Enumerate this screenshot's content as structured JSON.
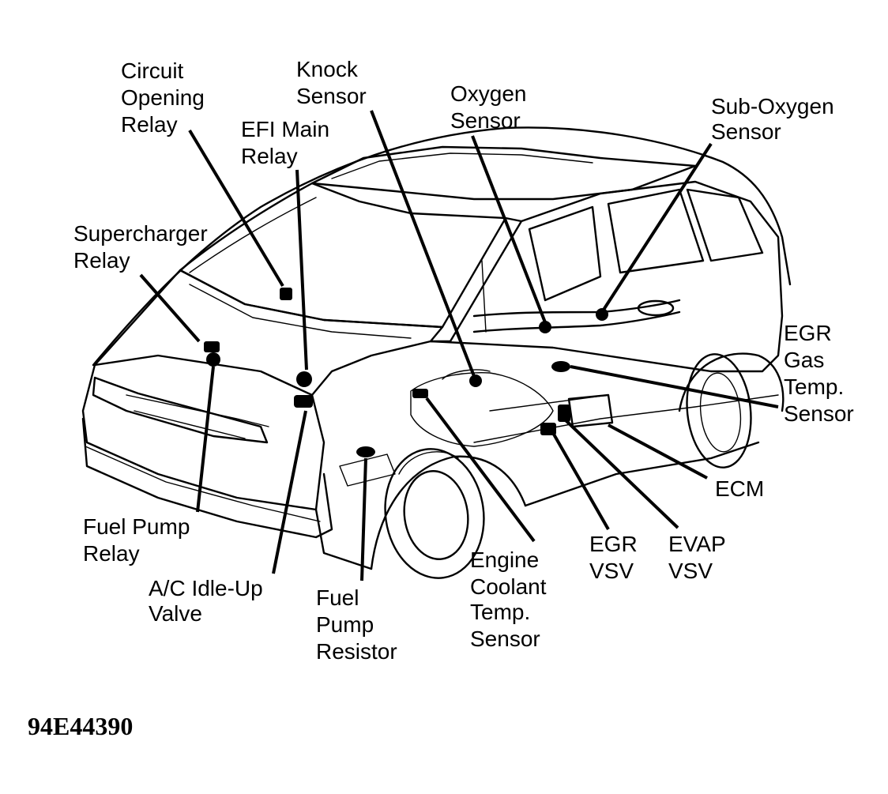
{
  "figure_id": "94E44390",
  "labels": {
    "circuit_opening_relay": [
      "Circuit",
      "Opening",
      "Relay"
    ],
    "knock_sensor": [
      "Knock",
      "Sensor"
    ],
    "efi_main_relay": [
      "EFI Main",
      "Relay"
    ],
    "oxygen_sensor": [
      "Oxygen",
      "Sensor"
    ],
    "sub_oxygen_sensor": [
      "Sub-Oxygen",
      "Sensor"
    ],
    "supercharger_relay": [
      "Supercharger",
      "Relay"
    ],
    "egr_gas_temp_sensor": [
      "EGR",
      "Gas",
      "Temp.",
      "Sensor"
    ],
    "ecm": [
      "ECM"
    ],
    "fuel_pump_relay": [
      "Fuel Pump",
      "Relay"
    ],
    "ac_idle_up_valve": [
      "A/C Idle-Up",
      "Valve"
    ],
    "fuel_pump_resistor": [
      "Fuel",
      "Pump",
      "Resistor"
    ],
    "engine_coolant_temp_sensor": [
      "Engine",
      "Coolant",
      "Temp.",
      "Sensor"
    ],
    "egr_vsv": [
      "EGR",
      "VSV"
    ],
    "evap_vsv": [
      "EVAP",
      "VSV"
    ]
  }
}
